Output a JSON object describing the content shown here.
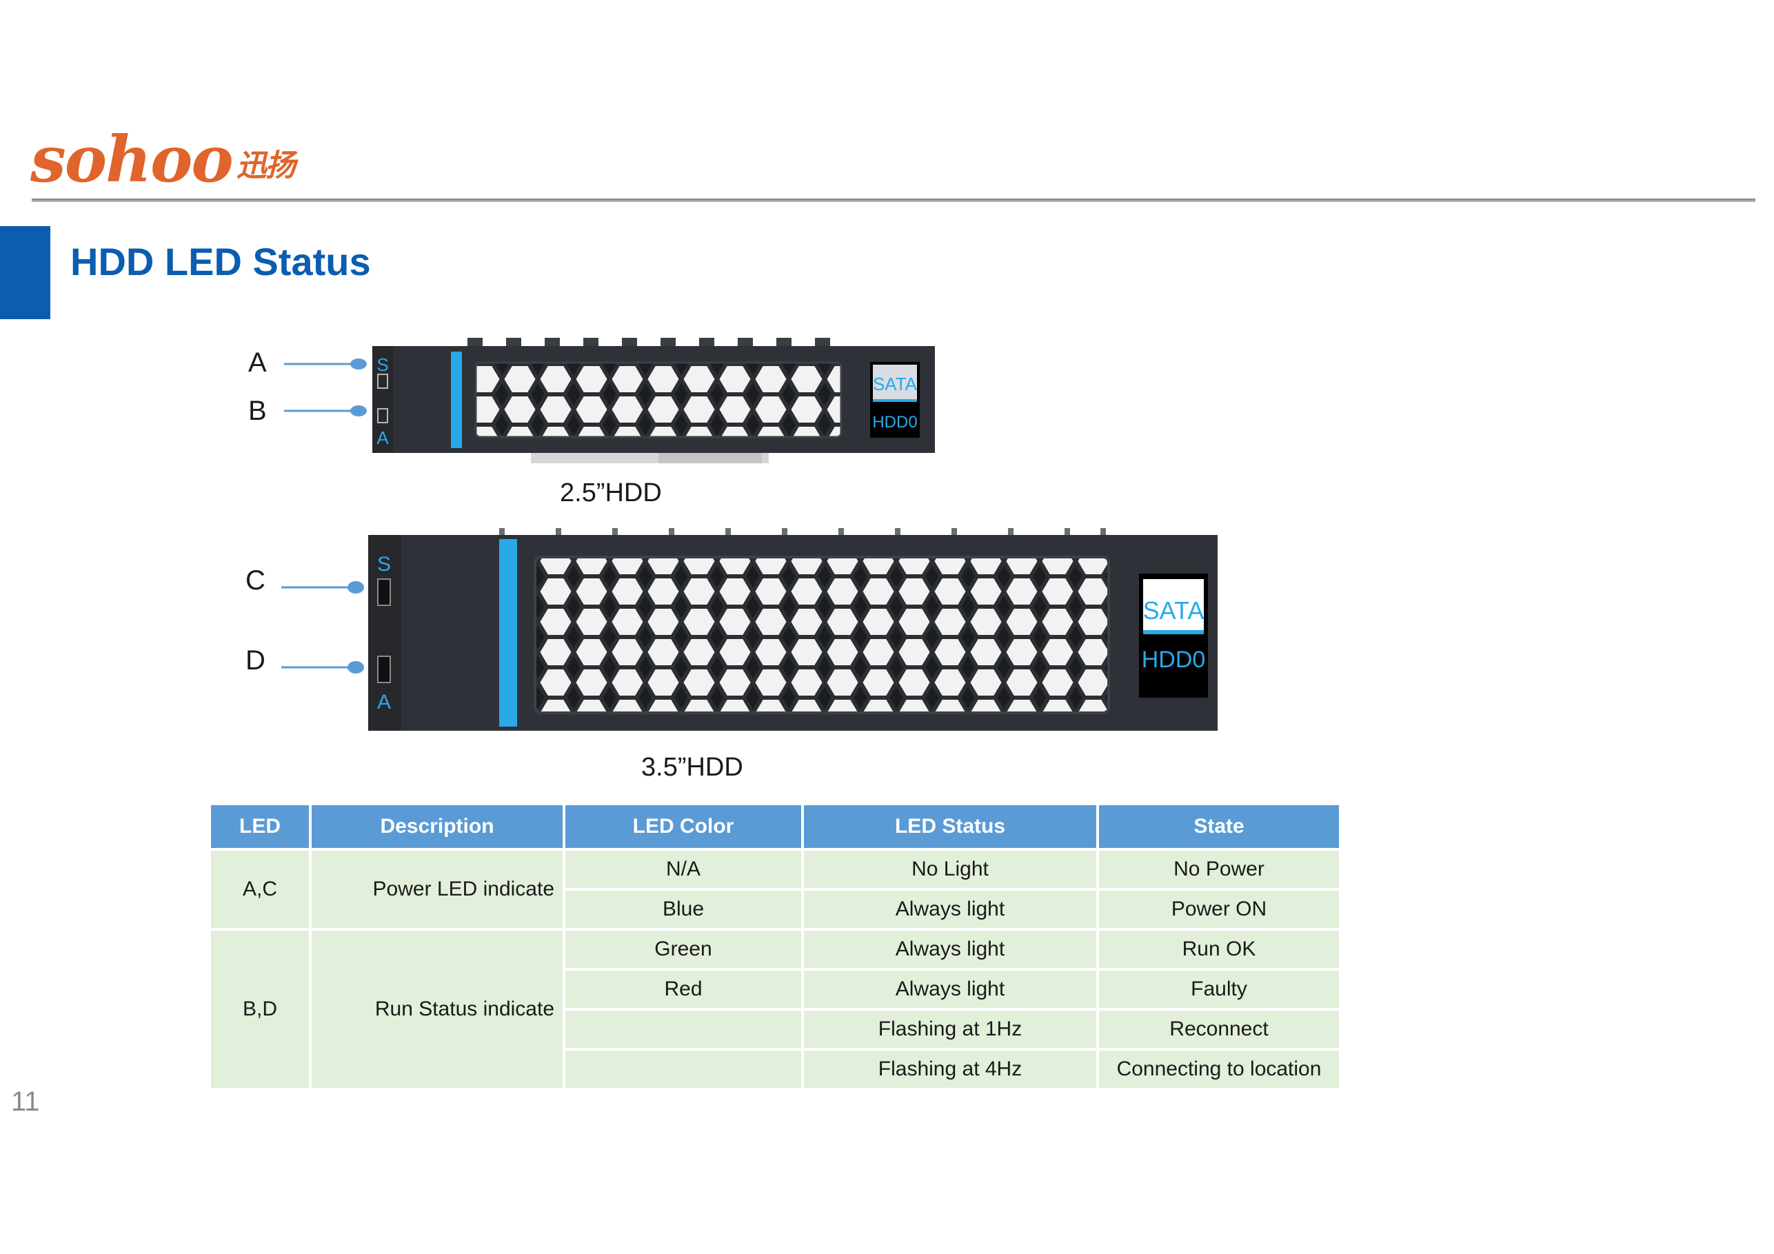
{
  "brand": {
    "logo_text": "sohoo",
    "logo_cn": "迅扬"
  },
  "page": {
    "title": "HDD LED Status",
    "number": "11"
  },
  "diagram": {
    "hdd_small": {
      "caption": "2.5”HDD",
      "led_labels": [
        "A",
        "B"
      ],
      "side_letters": {
        "top": "S",
        "bottom": "A"
      },
      "badge_top": "SATA",
      "badge_bottom": "HDD0"
    },
    "hdd_large": {
      "caption": "3.5”HDD",
      "led_labels": [
        "C",
        "D"
      ],
      "side_letters": {
        "top": "S",
        "bottom": "A"
      },
      "badge_top": "SATA",
      "badge_bottom": "HDD0"
    },
    "colors": {
      "accent_blue": "#29a9e8",
      "tray_body": "#2e3137",
      "callout": "#5b9bd5"
    }
  },
  "table": {
    "headers": [
      "LED",
      "Description",
      "LED Color",
      "LED Status",
      "State"
    ],
    "groups": [
      {
        "led": "A,C",
        "description": "Power LED indicate",
        "rows": [
          {
            "color": "N/A",
            "status": "No Light",
            "state": "No Power"
          },
          {
            "color": "Blue",
            "status": "Always light",
            "state": "Power ON"
          }
        ]
      },
      {
        "led": "B,D",
        "description": "Run Status indicate",
        "rows": [
          {
            "color": "Green",
            "status": "Always light",
            "state": "Run OK"
          },
          {
            "color": "Red",
            "status": "Always light",
            "state": "Faulty"
          },
          {
            "color": "",
            "status": "Flashing at 1Hz",
            "state": "Reconnect"
          },
          {
            "color": "",
            "status": "Flashing at 4Hz",
            "state": "Connecting to location"
          }
        ]
      }
    ],
    "colors": {
      "header_bg": "#5b9bd5",
      "cell_bg": "#e2efda"
    }
  }
}
